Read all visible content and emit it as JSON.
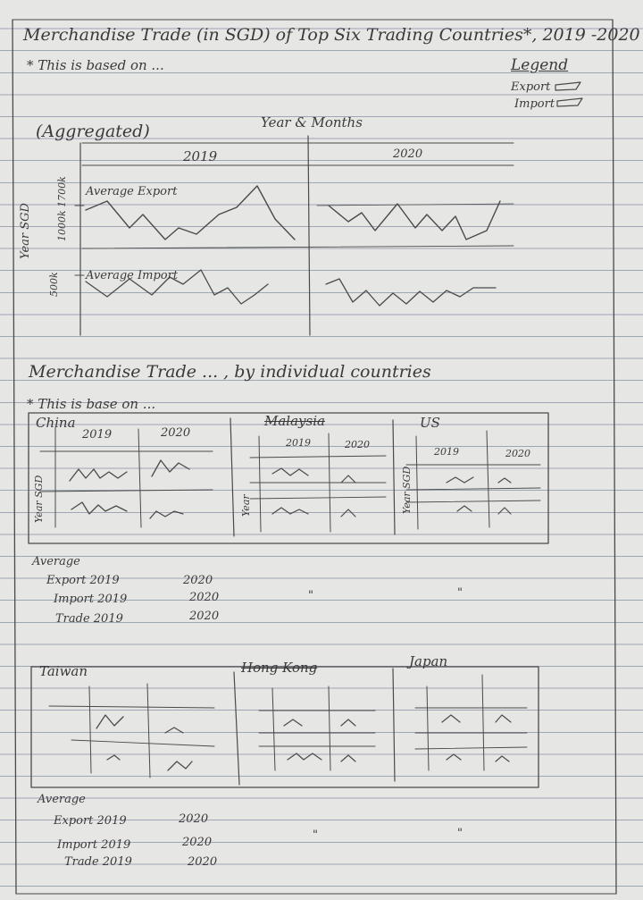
{
  "title": "Merchandise Trade (in SGD) of Top Six Trading Countries*, 2019 -2020",
  "footnote": "* This is based on ...",
  "legend": {
    "title": "Legend",
    "export": "Export",
    "import": "Import"
  },
  "aggregated": {
    "heading": "(Aggregated)",
    "x_title": "Year & Months",
    "years": [
      "2019",
      "2020"
    ],
    "y_title": "Year SGD",
    "y_axis_upper": "1000k 1700k",
    "y_axis_lower": "500k",
    "export_label": "Average Export",
    "import_label": "Average Import"
  },
  "individual": {
    "heading": "Merchandise Trade ... , by individual countries",
    "footnote": "* This is base on ...",
    "row1": [
      {
        "name": "China",
        "y": "Year SGD",
        "y2019": "2019",
        "y2020": "2020"
      },
      {
        "name": "Malaysia",
        "y": "Year",
        "y2019": "2019",
        "y2020": "2020"
      },
      {
        "name": "US",
        "y": "Year SGD",
        "y2019": "2019",
        "y2020": "2020"
      }
    ],
    "row2": [
      {
        "name": "Taiwan"
      },
      {
        "name": "Hong Kong"
      },
      {
        "name": "Japan"
      }
    ]
  },
  "averages1": {
    "title": "Average",
    "rows": [
      {
        "label": "Export 2019",
        "y2": "2020"
      },
      {
        "label": "Import 2019",
        "y2": "2020"
      },
      {
        "label": "Trade 2019",
        "y2": "2020"
      }
    ],
    "ditto1": "\"",
    "ditto2": "\""
  },
  "averages2": {
    "title": "Average",
    "rows": [
      {
        "label": "Export 2019",
        "y2": "2020"
      },
      {
        "label": "Import 2019",
        "y2": "2020"
      },
      {
        "label": "Trade 2019",
        "y2": "2020"
      }
    ],
    "ditto1": "\"",
    "ditto2": "\""
  }
}
